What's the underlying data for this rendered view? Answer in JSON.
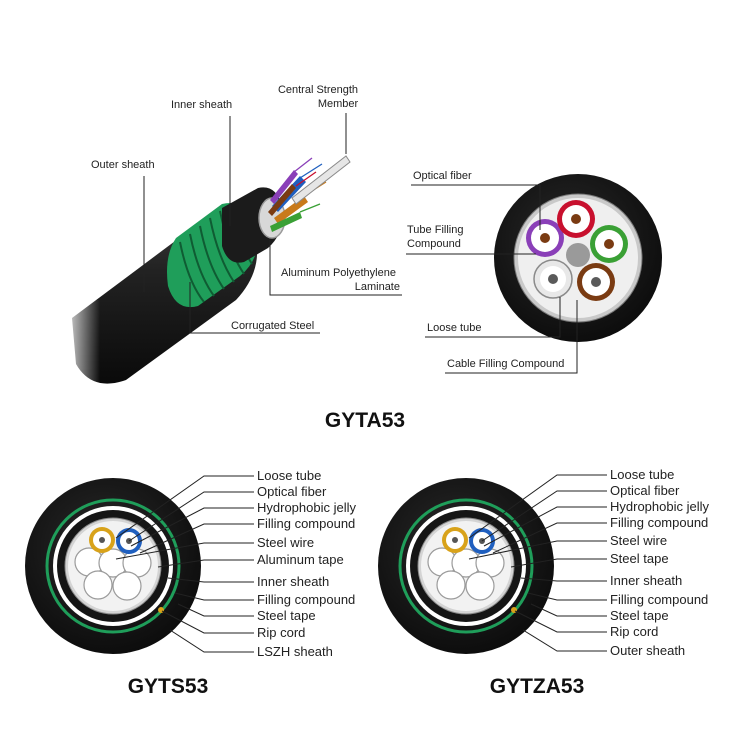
{
  "gyta53": {
    "title": "GYTA53",
    "labels": {
      "central_strength_member": [
        "Central Strength",
        "Member"
      ],
      "inner_sheath": "Inner sheath",
      "outer_sheath": "Outer sheath",
      "aluminum_polyethylene_laminate": [
        "Aluminum Polyethylene",
        "Laminate"
      ],
      "corrugated_steel": "Corrugated Steel",
      "optical_fiber": "Optical fiber",
      "tube_filling_compound": [
        "Tube Filling",
        "Compound"
      ],
      "loose_tube": "Loose tube",
      "cable_filling_compound": "Cable Filling Compound"
    }
  },
  "gyts53": {
    "title": "GYTS53",
    "labels": [
      "Loose tube",
      "Optical fiber",
      "Hydrophobic jelly",
      "Filling compound",
      "Steel wire",
      "Aluminum tape",
      "Inner sheath",
      "Filling compound",
      "Steel tape",
      "Rip cord",
      "LSZH sheath"
    ]
  },
  "gytza53": {
    "title": "GYTZA53",
    "labels": [
      "Loose tube",
      "Optical fiber",
      "Hydrophobic jelly",
      "Filling compound",
      "Steel wire",
      "Steel tape",
      "Inner sheath",
      "Filling compound",
      "Steel tape",
      "Rip cord",
      "Outer sheath"
    ]
  },
  "colors": {
    "sheath": "#1a1a1a",
    "armor_green": "#1f9e5a",
    "tube_purple": "#8a3fb8",
    "tube_red": "#c8102e",
    "tube_green": "#3aa035",
    "tube_brown": "#7a3b12",
    "tube_white": "#e8e8e8",
    "tube_blue": "#1f5fbf",
    "tube_yellow": "#d8a21a"
  }
}
